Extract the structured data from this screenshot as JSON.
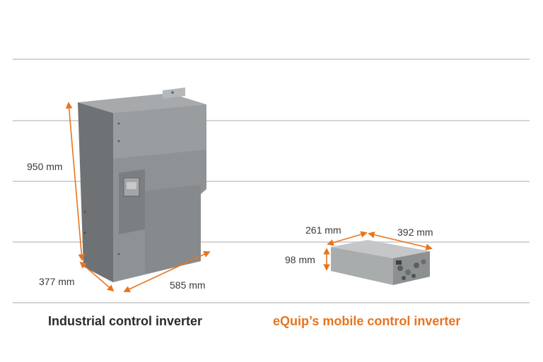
{
  "industrial": {
    "height_label": "950 mm",
    "depth_label": "377 mm",
    "width_label": "585 mm",
    "caption": "Industrial control inverter"
  },
  "mobile": {
    "depth_label": "261 mm",
    "width_label": "392 mm",
    "height_label": "98 mm",
    "caption": "eQuip’s mobile control inverter"
  },
  "colors": {
    "accent": "#e8741e",
    "dimension_line": "#e8741e",
    "cabinet": "#8a8d8f",
    "caption_dark": "#2b2b2b"
  }
}
